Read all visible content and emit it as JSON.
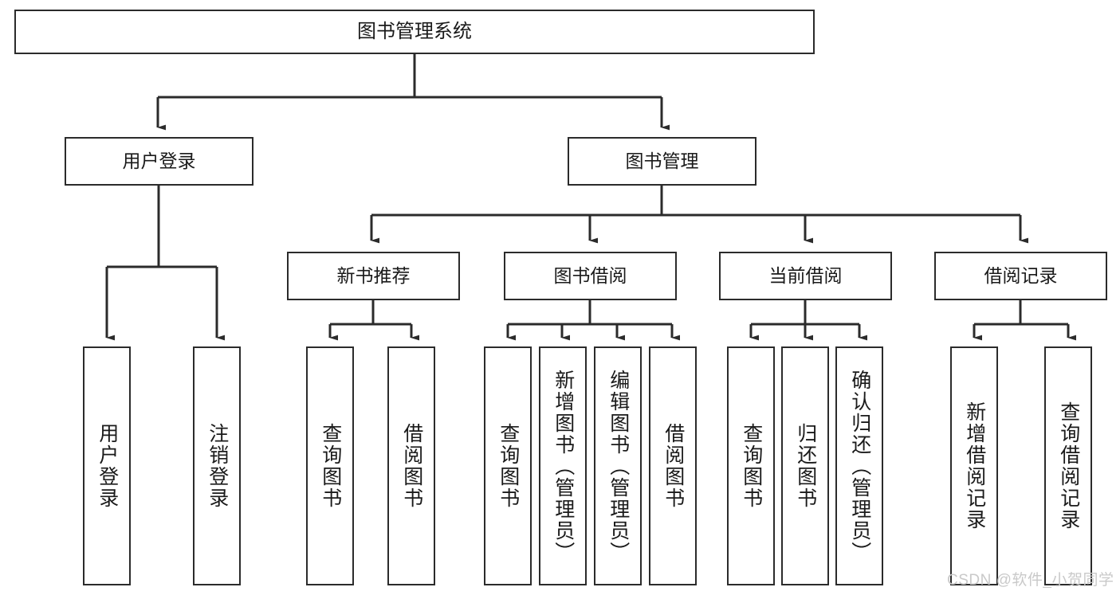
{
  "diagram": {
    "type": "tree-hierarchy",
    "title": "图书管理系统",
    "root": {
      "label": "图书管理系统"
    },
    "level1": [
      {
        "label": "用户登录"
      },
      {
        "label": "图书管理"
      }
    ],
    "level2": [
      {
        "label": "新书推荐"
      },
      {
        "label": "图书借阅"
      },
      {
        "label": "当前借阅"
      },
      {
        "label": "借阅记录"
      }
    ],
    "leaves": {
      "user_login": [
        {
          "label": "用户登录"
        },
        {
          "label": "注销登录"
        }
      ],
      "new_book_recommend": [
        {
          "label": "查询图书"
        },
        {
          "label": "借阅图书"
        }
      ],
      "book_borrow": [
        {
          "label": "查询图书"
        },
        {
          "label": "新增图书（管理员）"
        },
        {
          "label": "编辑图书（管理员）"
        },
        {
          "label": "借阅图书"
        }
      ],
      "current_borrow": [
        {
          "label": "查询图书"
        },
        {
          "label": "归还图书"
        },
        {
          "label": "确认归还（管理员）"
        }
      ],
      "borrow_record": [
        {
          "label": "新增借阅记录"
        },
        {
          "label": "查询借阅记录"
        }
      ]
    },
    "watermark": "CSDN @软件_小贺同学",
    "colors": {
      "stroke": "#2b2b2b",
      "fill": "#ffffff",
      "text": "#1a1a1a",
      "watermark": "#c9c9c9"
    }
  }
}
